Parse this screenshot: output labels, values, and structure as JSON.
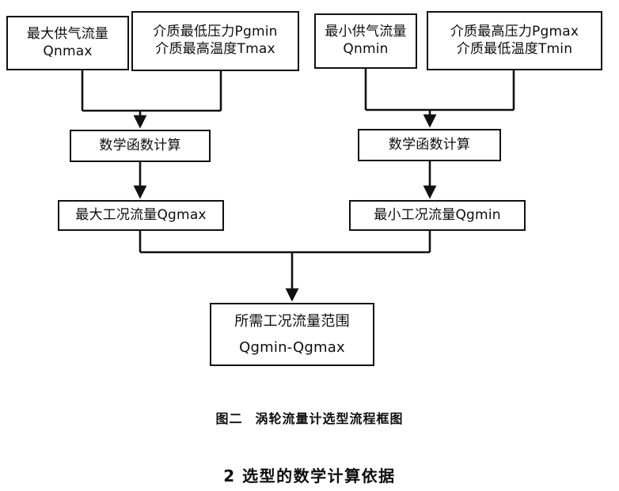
{
  "figure": {
    "caption_label": "图二",
    "caption_title": "涡轮流量计选型流程框图"
  },
  "section": {
    "heading": "2  选型的数学计算依据"
  },
  "nodes": {
    "qnmax": {
      "line1": "最大供气流量",
      "line2": "Qnmax"
    },
    "pgmin": {
      "line1": "介质最低压力Pgmin",
      "line2": "介质最高温度Tmax"
    },
    "qnmin": {
      "line1": "最小供气流量",
      "line2": "Qnmin"
    },
    "pgmax": {
      "line1": "介质最高压力Pgmax",
      "line2": "介质最低温度Tmin"
    },
    "math_left": {
      "line1": "数学函数计算"
    },
    "math_right": {
      "line1": "数学函数计算"
    },
    "qgmax": {
      "line1": "最大工况流量Qgmax"
    },
    "qgmin": {
      "line1": "最小工况流量Qgmin"
    },
    "range": {
      "line1": "所需工况流量范围",
      "line2": "Qgmin-Qgmax"
    }
  },
  "colors": {
    "ink": "#111111",
    "paper": "#ffffff"
  }
}
